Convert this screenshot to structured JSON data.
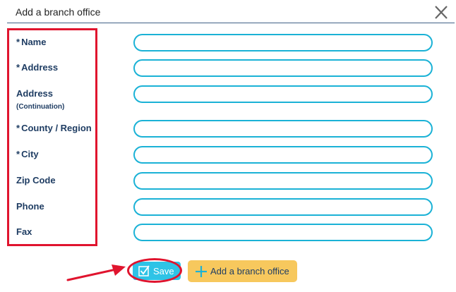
{
  "dialog": {
    "title": "Add a branch office",
    "close_icon": "close-icon"
  },
  "form": {
    "required_marker": "*",
    "fields": [
      {
        "id": "name",
        "label": "Name",
        "required": true,
        "value": ""
      },
      {
        "id": "address",
        "label": "Address",
        "required": true,
        "value": ""
      },
      {
        "id": "address2",
        "label": "Address",
        "sub_label": "(Continuation)",
        "required": false,
        "value": ""
      },
      {
        "id": "county",
        "label": "County / Region",
        "required": true,
        "value": ""
      },
      {
        "id": "city",
        "label": "City",
        "required": true,
        "value": ""
      },
      {
        "id": "zip",
        "label": "Zip Code",
        "required": false,
        "value": ""
      },
      {
        "id": "phone",
        "label": "Phone",
        "required": false,
        "value": ""
      },
      {
        "id": "fax",
        "label": "Fax",
        "required": false,
        "value": ""
      }
    ]
  },
  "actions": {
    "save_label": "Save",
    "save_icon": "checkbox-check-icon",
    "add_label": "Add a branch office",
    "add_icon": "plus-icon"
  },
  "colors": {
    "accent": "#1bb2d6",
    "save_button": "#2ec3e6",
    "add_button": "#f7c85d",
    "highlight": "#e0142e",
    "label_text": "#1f3d63"
  }
}
